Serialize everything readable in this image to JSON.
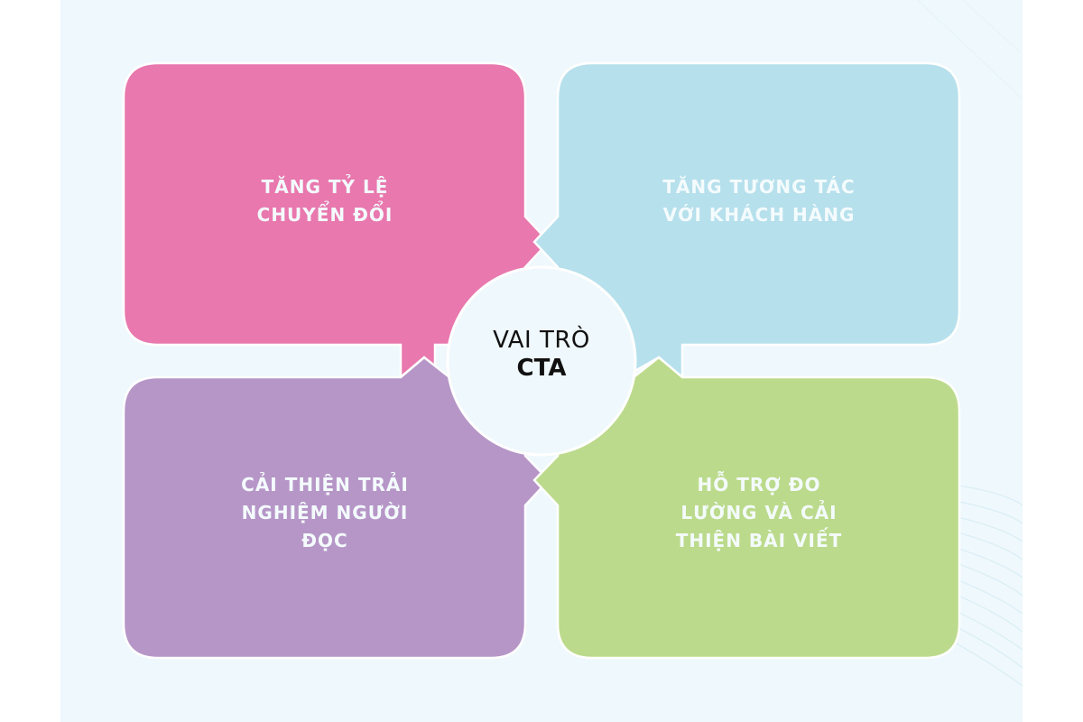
{
  "diagram": {
    "center": {
      "line1": "VAI TRÒ",
      "line2": "CTA",
      "fill": "#eff8fc"
    },
    "boxes": [
      {
        "id": "top-left",
        "label": "TĂNG TỶ LỆ\nCHUYỂN ĐỔI",
        "color": "#e878ae"
      },
      {
        "id": "top-right",
        "label": "TĂNG TƯƠNG TÁC\nVỚI KHÁCH HÀNG",
        "color": "#b6e0ec"
      },
      {
        "id": "bottom-left",
        "label": "CẢI THIỆN TRẢI\nNGHIỆM NGƯỜI\nĐỌC",
        "color": "#b696c7"
      },
      {
        "id": "bottom-right",
        "label": "HỖ TRỢ ĐO\nLƯỜNG VÀ CẢI\nTHIỆN BÀI VIẾT",
        "color": "#bcda8c"
      }
    ],
    "background": "#eff8fc",
    "text_color": "#f4fbfd"
  }
}
